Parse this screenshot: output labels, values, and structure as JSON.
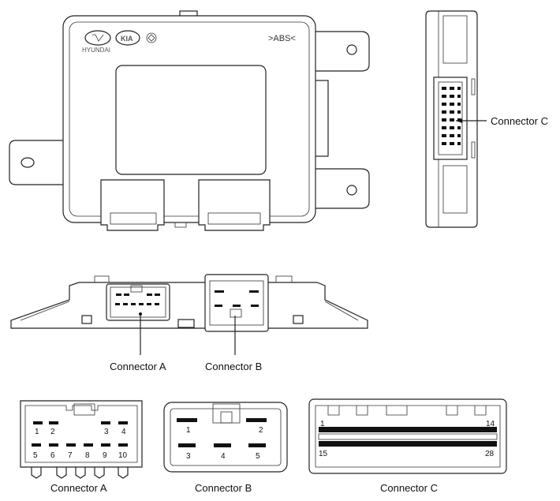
{
  "top_view": {
    "badge_text": ">ABS<",
    "brand_text": "HYUNDAI",
    "kia_text": "KIA"
  },
  "labels": {
    "side_connector_c": "Connector C",
    "front_connector_a": "Connector A",
    "front_connector_b": "Connector B"
  },
  "connector_a": {
    "caption": "Connector A",
    "pins_top": [
      "1",
      "2",
      "3",
      "4"
    ],
    "pins_bottom": [
      "5",
      "6",
      "7",
      "8",
      "9",
      "10"
    ]
  },
  "connector_b": {
    "caption": "Connector B",
    "pins_top": [
      "1",
      "2"
    ],
    "pins_bottom": [
      "3",
      "4",
      "5"
    ]
  },
  "connector_c": {
    "caption": "Connector C",
    "pin_first_top": "1",
    "pin_last_top": "14",
    "pin_first_bottom": "15",
    "pin_last_bottom": "28"
  }
}
